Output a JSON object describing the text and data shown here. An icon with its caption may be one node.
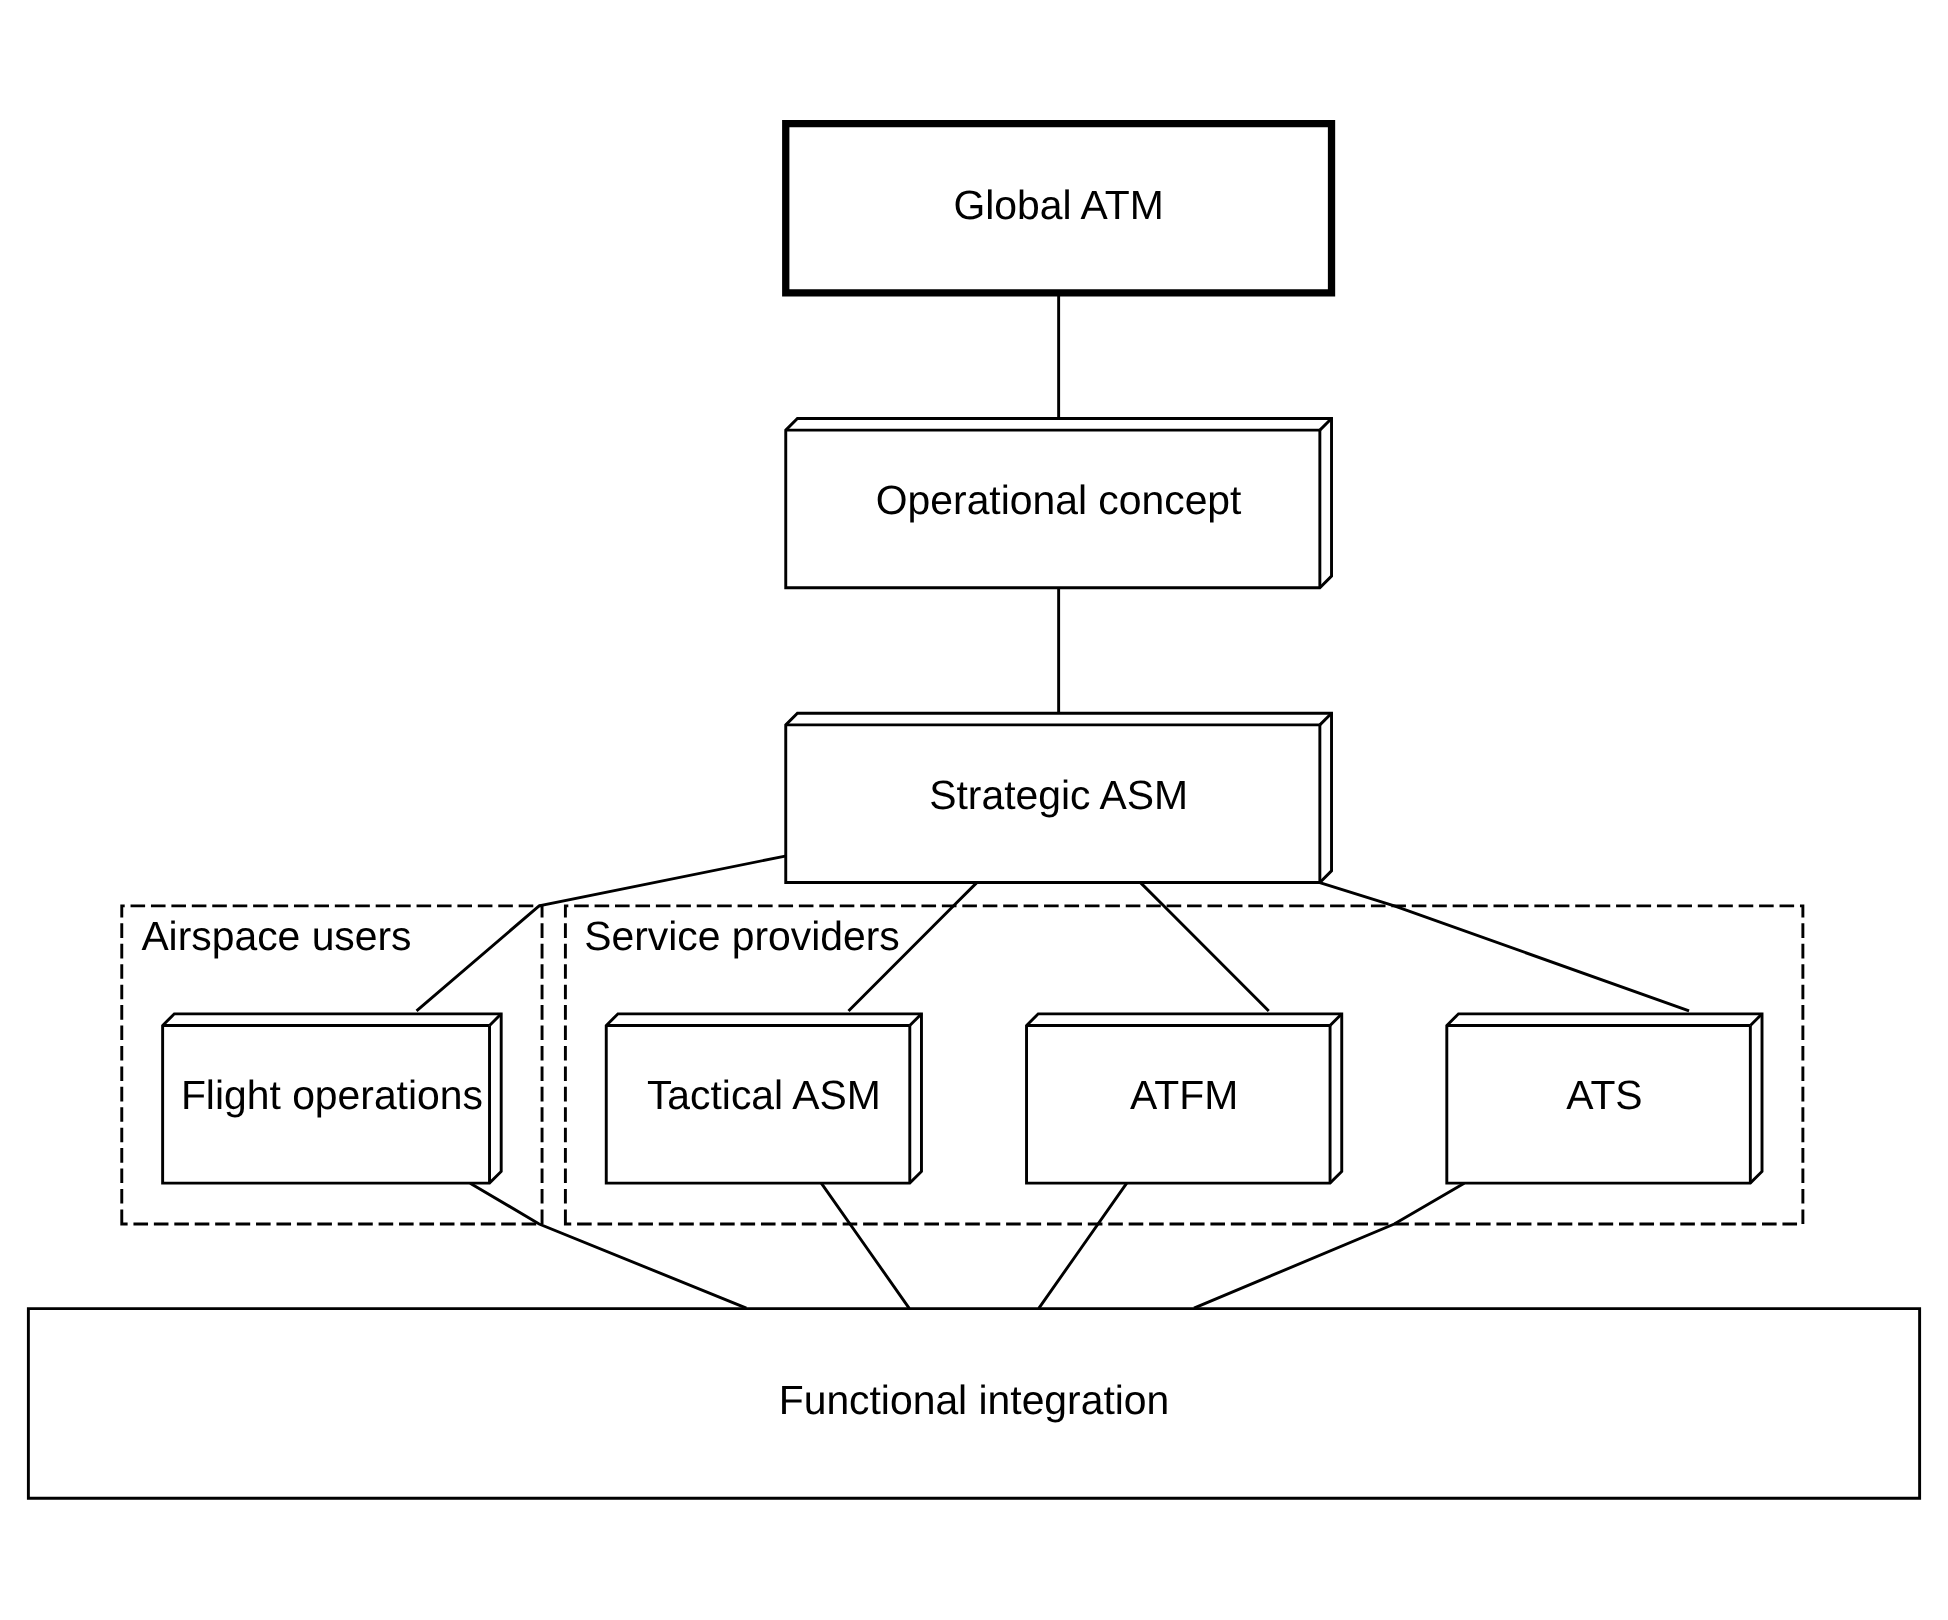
{
  "diagram": {
    "nodes": [
      {
        "text": [
          "Global ATM"
        ]
      },
      {
        "text": [
          "Operational concept"
        ]
      },
      {
        "text": [
          "Strategic ASM"
        ]
      },
      {
        "text": [
          "Airspace users"
        ]
      },
      {
        "text": [
          "Service providers"
        ]
      },
      {
        "text": [
          "Flight operations"
        ],
        "in": 3
      },
      {
        "text": [
          "ATS"
        ],
        "in": 4
      },
      {
        "text": [
          "ATFM"
        ],
        "in": 4
      },
      {
        "text": [
          "Tactical ASM"
        ],
        "in": 4
      },
      {
        "text": [
          "Functional integration"
        ]
      }
    ],
    "edges": [
      {
        "from": 0,
        "to": 1,
        "arrow": "none"
      },
      {
        "from": 1,
        "to": 2,
        "arrow": "none"
      },
      {
        "from": 2,
        "to": 5,
        "arrow": "none"
      },
      {
        "from": 2,
        "to": 6,
        "arrow": "none"
      },
      {
        "from": 2,
        "to": 7,
        "arrow": "none"
      },
      {
        "from": 2,
        "to": 8,
        "arrow": "none"
      },
      {
        "from": 5,
        "to": 9,
        "arrow": "none"
      },
      {
        "from": 6,
        "to": 9,
        "arrow": "none"
      },
      {
        "from": 7,
        "to": 9,
        "arrow": "none"
      },
      {
        "from": 8,
        "to": 9,
        "arrow": "none"
      }
    ]
  }
}
